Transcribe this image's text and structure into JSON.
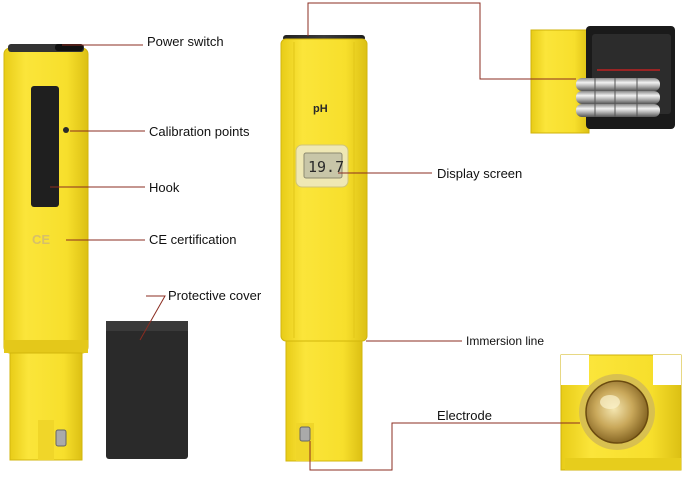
{
  "device": {
    "ph_label": "pH",
    "display_value": "19.7",
    "ce_mark": "CE"
  },
  "labels": {
    "power_switch": "Power switch",
    "calibration_points": "Calibration points",
    "hook": "Hook",
    "ce_certification": "CE certification",
    "protective_cover": "Protective cover",
    "display_screen": "Display screen",
    "immersion_line": "Immersion line",
    "electrode": "Electrode"
  },
  "colors": {
    "body_yellow": "#f6dd2a",
    "body_edge": "#d9bd10",
    "leader_line": "#8b2c20",
    "dark": "#1d1d1d"
  }
}
